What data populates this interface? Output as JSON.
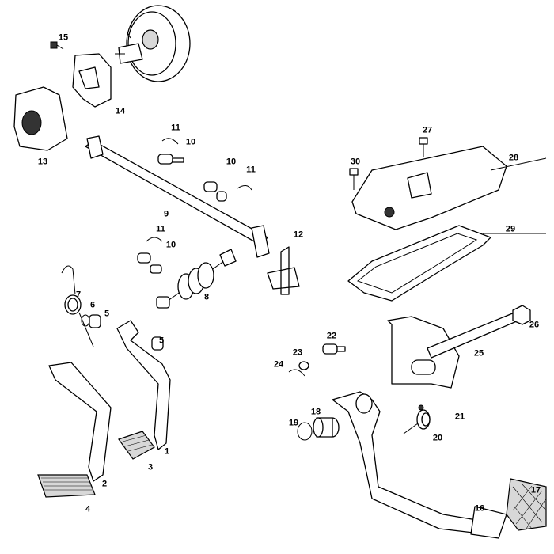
{
  "diagram": {
    "title_visible": false,
    "colors": {
      "line": "#000000",
      "background": "#ffffff",
      "shade": "#d8d8d8"
    }
  },
  "labels": [
    "15",
    "14",
    "13",
    "11",
    "10",
    "10",
    "11",
    "9",
    "11",
    "10",
    "12",
    "8",
    "7",
    "6",
    "5",
    "5",
    "27",
    "28",
    "30",
    "29",
    "26",
    "25",
    "22",
    "23",
    "24",
    "21",
    "20",
    "19",
    "18",
    "1",
    "3",
    "2",
    "4",
    "16",
    "17"
  ]
}
